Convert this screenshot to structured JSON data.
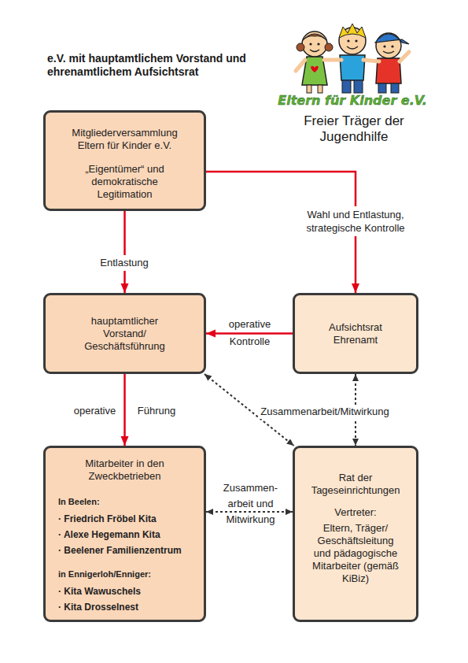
{
  "diagram": {
    "title": "e.V. mit hauptamtlichem Vorstand und ehrenamtlichem Aufsichtsrat",
    "nodes": [
      {
        "text": [
          "Mitgliederversammlung Eltern für Kinder e.V.",
          "„Eigentümer“ und demokratische Legitimation"
        ]
      },
      {
        "text": [
          "hauptamtlicher Vorstand/ Geschäftsführung"
        ]
      },
      {
        "text": [
          "Aufsichtsrat Ehrenamt"
        ]
      },
      {
        "text": [
          "Mitarbeiter in den Zweckbetrieben",
          "In Beelen:",
          "· Friedrich Fröbel Kita",
          "· Alexe Hegemann Kita",
          "· Beelener Familienzentrum",
          "in Ennigerloh/Enniger:",
          "· Kita Wawuschels",
          "· Kita Drosselnest"
        ]
      },
      {
        "text": [
          "Rat der Tageseinrichtungen",
          "Vertreter:",
          "Eltern, Träger/ Geschäftsleitung und pädagogische Mitarbeiter (gemäß KiBiz)"
        ]
      }
    ],
    "edges": [
      {
        "from": 0,
        "to": 1,
        "label": "Entlastung",
        "arrow": "to"
      },
      {
        "from": 0,
        "to": 2,
        "label": "Wahl und Entlastung, strategische Kontrolle",
        "arrow": "to"
      },
      {
        "from": 2,
        "to": 1,
        "label": "operative Kontrolle",
        "arrow": "to"
      },
      {
        "from": 1,
        "to": 3,
        "label": "operative Führung",
        "arrow": "to"
      },
      {
        "from": 1,
        "to": 4,
        "label": "Zusammenarbeit/Mitwirkung",
        "arrow": "both"
      },
      {
        "from": 2,
        "to": 4,
        "arrow": "both"
      },
      {
        "from": 3,
        "to": 4,
        "label": "Zusammen- arbeit und Mitwirkung",
        "arrow": "both"
      }
    ],
    "labels": [
      "Eltern für Kinder e.V.",
      "Freier Träger der Jugendhilfe"
    ]
  }
}
